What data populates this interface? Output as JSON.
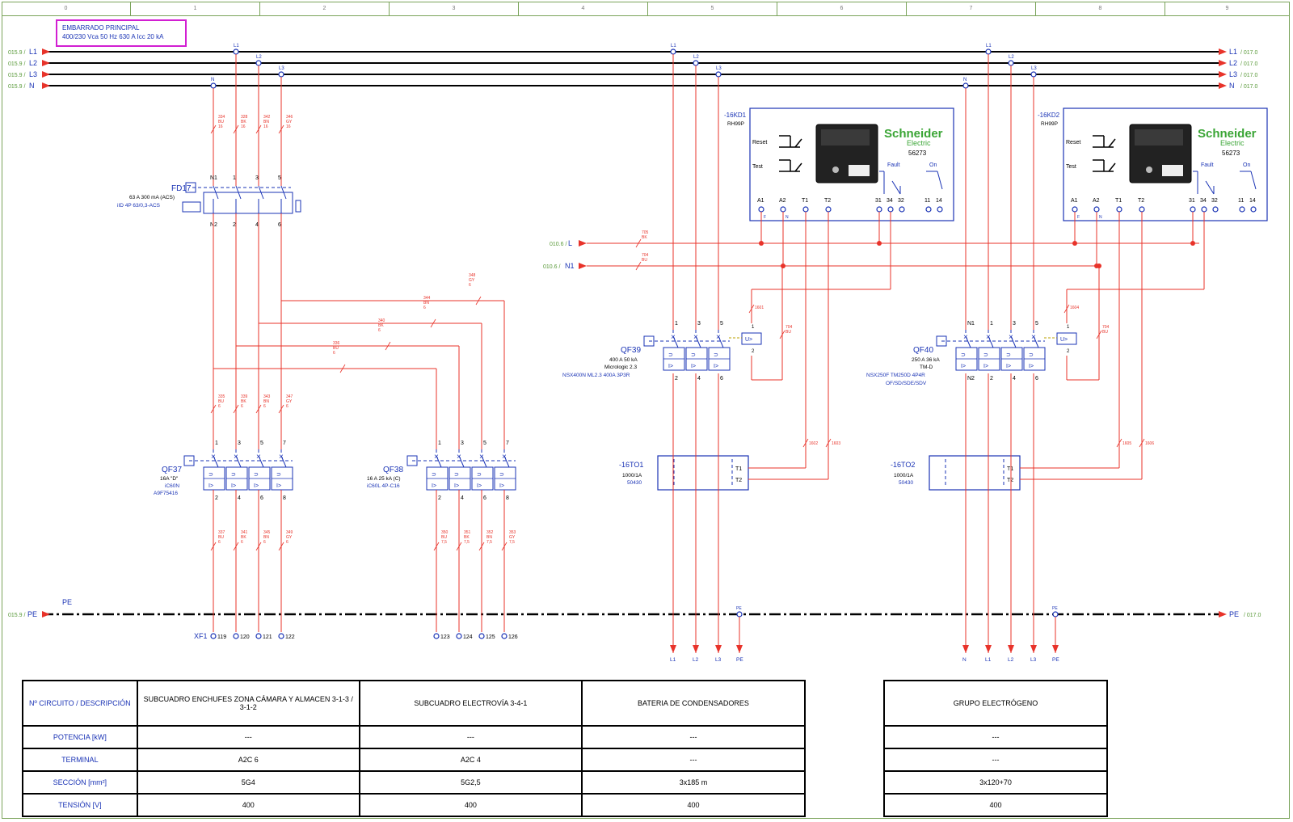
{
  "columns": [
    "0",
    "1",
    "2",
    "3",
    "4",
    "5",
    "6",
    "7",
    "8",
    "9"
  ],
  "busbar": {
    "title_line1": "EMBARRADO PRINCIPAL",
    "title_line2": "400/230 Vca 50 Hz 630 A Icc 20 kA",
    "left_refs": [
      {
        "ref": "015.9 /",
        "label": "L1"
      },
      {
        "ref": "015.9 /",
        "label": "L2"
      },
      {
        "ref": "015.9 /",
        "label": "L3"
      },
      {
        "ref": "015.9 /",
        "label": "N"
      }
    ],
    "right_refs": [
      {
        "label": "L1",
        "ref": "/ 017.0"
      },
      {
        "label": "L2",
        "ref": "/ 017.0"
      },
      {
        "label": "L3",
        "ref": "/ 017.0"
      },
      {
        "label": "N",
        "ref": "/ 017.0"
      }
    ],
    "pe_left_ref": "015.9 /",
    "pe_left_label": "PE",
    "pe_title": "PE",
    "pe_right_label": "PE",
    "pe_right_ref": "/ 017.0"
  },
  "control_feed": {
    "l_ref": "010.6 /",
    "l_label": "L",
    "n_ref": "010.6 /",
    "n_label": "N1",
    "l_wire": "705",
    "l_color": "BK",
    "n_wire": "704",
    "n_color": "BU"
  },
  "fd17": {
    "tag": "FD17",
    "line1": "63 A 300 mA (ACS)",
    "line2": "iID 4P 63/0,3-ACS",
    "top_terms": [
      "N1",
      "1",
      "3",
      "5"
    ],
    "bot_terms": [
      "N2",
      "2",
      "4",
      "6"
    ],
    "top_wires": [
      {
        "num": "334",
        "color": "BU",
        "sec": "16"
      },
      {
        "num": "328",
        "color": "BK",
        "sec": "16"
      },
      {
        "num": "342",
        "color": "BN",
        "sec": "16"
      },
      {
        "num": "346",
        "color": "GY",
        "sec": "16"
      }
    ],
    "mid_wires": [
      {
        "num": "336",
        "color": "BU",
        "sec": "6"
      },
      {
        "num": "340",
        "color": "BK",
        "sec": "6"
      },
      {
        "num": "344",
        "color": "BN",
        "sec": "6"
      },
      {
        "num": "348",
        "color": "GY",
        "sec": "6"
      }
    ]
  },
  "qf37": {
    "tag": "QF37",
    "line1": "16A \"D\"",
    "line2": "iC60N",
    "line3": "A9F75416",
    "top_terms": [
      "1",
      "3",
      "5",
      "7"
    ],
    "bot_terms": [
      "2",
      "4",
      "6",
      "8"
    ],
    "in_wires": [
      {
        "num": "335",
        "color": "BU",
        "sec": "6"
      },
      {
        "num": "339",
        "color": "BK",
        "sec": "6"
      },
      {
        "num": "343",
        "color": "BN",
        "sec": "6"
      },
      {
        "num": "347",
        "color": "GY",
        "sec": "6"
      }
    ],
    "out_wires": [
      {
        "num": "337",
        "color": "BU",
        "sec": "6"
      },
      {
        "num": "341",
        "color": "BK",
        "sec": "6"
      },
      {
        "num": "345",
        "color": "BN",
        "sec": "6"
      },
      {
        "num": "349",
        "color": "GY",
        "sec": "6"
      }
    ]
  },
  "qf38": {
    "tag": "QF38",
    "line1": "16 A 25 kA (C)",
    "line2": "iC60L 4P-C16",
    "top_terms": [
      "1",
      "3",
      "5",
      "7"
    ],
    "bot_terms": [
      "2",
      "4",
      "6",
      "8"
    ],
    "out_wires": [
      {
        "num": "350",
        "color": "BU",
        "sec": "7,5"
      },
      {
        "num": "351",
        "color": "BK",
        "sec": "7,5"
      },
      {
        "num": "352",
        "color": "BN",
        "sec": "7,5"
      },
      {
        "num": "353",
        "color": "GY",
        "sec": "7,5"
      }
    ]
  },
  "xf1": {
    "tag": "XF1",
    "terminals": [
      "119",
      "120",
      "121",
      "122",
      "123",
      "124",
      "125",
      "126"
    ]
  },
  "kd1": {
    "tag": "-16KD1",
    "model": "RH99P",
    "reset": "Reset",
    "test": "Test",
    "brand1": "Schneider",
    "brand2": "Electric",
    "code": "56273",
    "fault": "Fault",
    "on": "On",
    "terms": [
      "A1",
      "A2",
      "T1",
      "T2",
      "31",
      "34",
      "32",
      "11",
      "14"
    ],
    "a1_sub": "F",
    "a2_sub": "N"
  },
  "kd2": {
    "tag": "-16KD2",
    "model": "RH99P",
    "reset": "Reset",
    "test": "Test",
    "brand1": "Schneider",
    "brand2": "Electric",
    "code": "56273",
    "fault": "Fault",
    "on": "On",
    "terms": [
      "A1",
      "A2",
      "T1",
      "T2",
      "31",
      "34",
      "32",
      "11",
      "14"
    ],
    "a1_sub": "F",
    "a2_sub": "N"
  },
  "qf39": {
    "tag": "QF39",
    "line1": "400 A 50 kA",
    "line2": "Micrologic 2.3",
    "line3": "NSX400N ML2.3 400A 3P3R",
    "top_terms": [
      "1",
      "3",
      "5"
    ],
    "bot_terms": [
      "2",
      "4",
      "6"
    ],
    "uv": "U>",
    "uv_t1": "1",
    "uv_t2": "2",
    "coil_wire": "1601",
    "ret_wire": "704",
    "ret_color": "BU"
  },
  "qf40": {
    "tag": "QF40",
    "line1": "250 A 36 kA",
    "line2": "TM-D",
    "line3": "NSX250F TM250D 4P4R",
    "line4": "OF/SD/SDE/SDV",
    "top_terms": [
      "N1",
      "1",
      "3",
      "5"
    ],
    "bot_terms": [
      "N2",
      "2",
      "4",
      "6"
    ],
    "uv": "U>",
    "uv_t1": "1",
    "uv_t2": "2",
    "coil_wire": "1604",
    "ret_wire": "704",
    "ret_color": "BU"
  },
  "to1": {
    "tag": "-16TO1",
    "line1": "1000/1A",
    "line2": "50430",
    "t1": "T1",
    "t2": "T2",
    "w1": "1602",
    "w2": "1603"
  },
  "to2": {
    "tag": "-16TO2",
    "line1": "1000/1A",
    "line2": "50430",
    "t1": "T1",
    "t2": "T2",
    "w1": "1605",
    "w2": "1606"
  },
  "outputs_a": [
    "L1",
    "L2",
    "L3",
    "PE"
  ],
  "outputs_b": [
    "N",
    "L1",
    "L2",
    "L3",
    "PE"
  ],
  "pe_node": "PE",
  "bus_taps": {
    "left": [
      "L1",
      "L2",
      "L3",
      "N"
    ],
    "mid": [
      "L1",
      "L2",
      "L3"
    ],
    "right": [
      "L1",
      "L2",
      "L3",
      "N"
    ]
  },
  "table": {
    "headers": [
      "Nº CIRCUITO / DESCRIPCIÓN",
      "SUBCUADRO ENCHUFES ZONA CÁMARA Y ALMACEN 3-1-3  /  3-1-2",
      "SUBCUADRO ELECTROVÍA 3-4-1",
      "BATERIA DE CONDENSADORES",
      "GRUPO ELECTRÓGENO"
    ],
    "rows": [
      {
        "label": "POTENCIA [kW]",
        "values": [
          "---",
          "---",
          "---",
          "---"
        ]
      },
      {
        "label": "TERMINAL",
        "values": [
          "A2C 6",
          "A2C 4",
          "---",
          "---"
        ]
      },
      {
        "label": "SECCIÓN  [mm²]",
        "values": [
          "5G4",
          "5G2,5",
          "3x185 m",
          "3x120+70"
        ]
      },
      {
        "label": "TENSIÓN [V]",
        "values": [
          "400",
          "400",
          "400",
          "400"
        ]
      }
    ]
  },
  "colors": {
    "wire": "#e8332a",
    "blue": "#1a33b5",
    "green_ref": "#5a9a3a",
    "pink": "#d21fd2",
    "brand_green": "#3aa535"
  }
}
